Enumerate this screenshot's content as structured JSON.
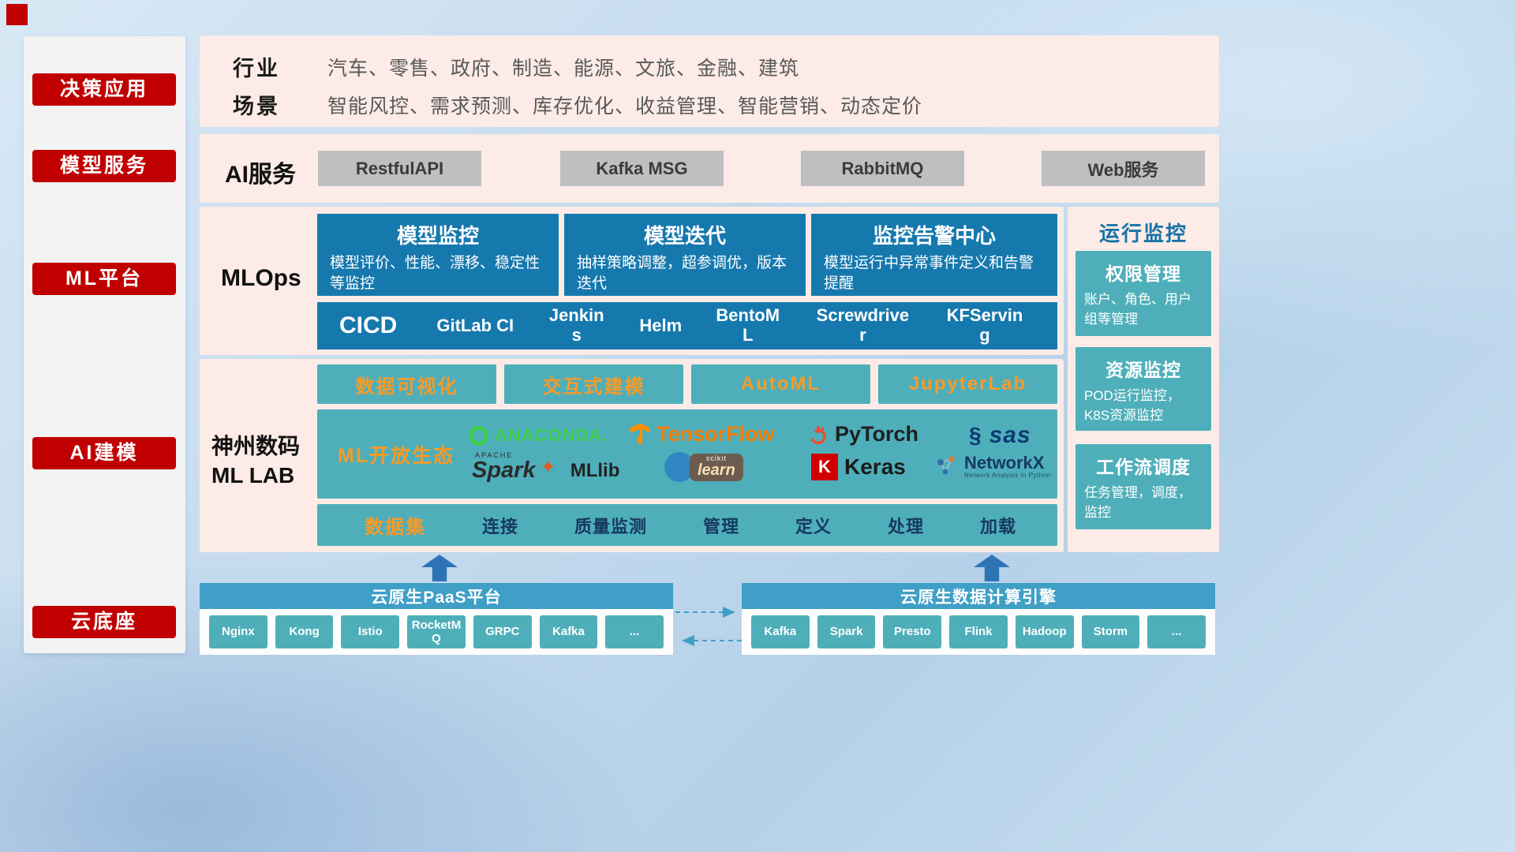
{
  "sidebar": {
    "items": [
      {
        "label": "决策应用"
      },
      {
        "label": "模型服务"
      },
      {
        "label": "ML平台"
      },
      {
        "label": "AI建模"
      },
      {
        "label": "云底座"
      }
    ]
  },
  "industry": {
    "rows": [
      {
        "label": "行业",
        "text": "汽车、零售、政府、制造、能源、文旅、金融、建筑"
      },
      {
        "label": "场景",
        "text": "智能风控、需求预测、库存优化、收益管理、智能营销、动态定价"
      }
    ]
  },
  "ai": {
    "label": "AI服务",
    "items": [
      {
        "label": "RestfulAPI"
      },
      {
        "label": "Kafka MSG"
      },
      {
        "label": "RabbitMQ"
      },
      {
        "label": "Web服务"
      }
    ]
  },
  "mlops": {
    "label": "MLOps",
    "cards": [
      {
        "title": "模型监控",
        "desc": "模型评价、性能、漂移、稳定性等监控"
      },
      {
        "title": "模型迭代",
        "desc": "抽样策略调整，超参调优，版本迭代"
      },
      {
        "title": "监控告警中心",
        "desc": "模型运行中异常事件定义和告警提醒"
      }
    ],
    "cicd_label": "CICD",
    "cicd_tools": [
      {
        "label": "GitLab CI"
      },
      {
        "label": "Jenkins"
      },
      {
        "label": "Helm"
      },
      {
        "label": "BentoML"
      },
      {
        "label": "Screwdriver"
      },
      {
        "label": "KFServing"
      }
    ]
  },
  "monitoring": {
    "title": "运行监控",
    "cards": [
      {
        "title": "权限管理",
        "desc": "账户、角色、用户组等管理"
      },
      {
        "title": "资源监控",
        "desc": "POD运行监控，K8S资源监控"
      },
      {
        "title": "工作流调度",
        "desc": "任务管理，调度，监控"
      }
    ]
  },
  "mllab": {
    "label_line1": "神州数码",
    "label_line2": "ML LAB",
    "tools": [
      {
        "label": "数据可视化"
      },
      {
        "label": "交互式建模"
      },
      {
        "label": "AutoML"
      },
      {
        "label": "JupyterLab"
      }
    ],
    "ecosystem_label": "ML开放生态",
    "logos": {
      "anaconda": {
        "text": "ANACONDA."
      },
      "tensorflow": {
        "text": "TensorFlow"
      },
      "pytorch": {
        "text": "PyTorch"
      },
      "sas": {
        "text": "sas"
      },
      "spark": {
        "top": "APACHE",
        "text": "Spark",
        "suffix": "MLlib"
      },
      "sklearn": {
        "top": "scikit",
        "text": "learn"
      },
      "keras": {
        "icon": "K",
        "text": "Keras"
      },
      "networkx": {
        "text": "NetworkX",
        "subtitle": "Network Analysis in Python"
      }
    },
    "dataset_label": "数据集",
    "dataset_items": [
      {
        "label": "连接"
      },
      {
        "label": "质量监测"
      },
      {
        "label": "管理"
      },
      {
        "label": "定义"
      },
      {
        "label": "处理"
      },
      {
        "label": "加载"
      }
    ]
  },
  "bottom": {
    "paas_title": "云原生PaaS平台",
    "paas_items": [
      {
        "label": "Nginx"
      },
      {
        "label": "Kong"
      },
      {
        "label": "Istio"
      },
      {
        "label": "RocketMQ"
      },
      {
        "label": "GRPC"
      },
      {
        "label": "Kafka"
      },
      {
        "label": "..."
      }
    ],
    "engine_title": "云原生数据计算引擎",
    "engine_items": [
      {
        "label": "Kafka"
      },
      {
        "label": "Spark"
      },
      {
        "label": "Presto"
      },
      {
        "label": "Flink"
      },
      {
        "label": "Hadoop"
      },
      {
        "label": "Storm"
      },
      {
        "label": "..."
      }
    ]
  },
  "colors": {
    "red": "#c00000",
    "panel_pink": "#fcebe6",
    "card_blue": "#1679ae",
    "teal": "#4eafba",
    "bar_blue": "#3f9fc6",
    "orange": "#f89a28"
  }
}
